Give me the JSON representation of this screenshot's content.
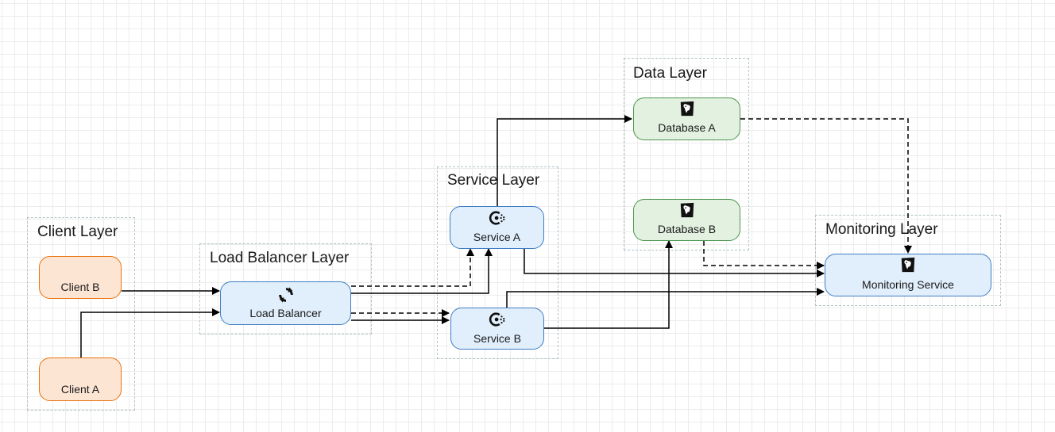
{
  "diagram": {
    "groups": {
      "client_layer": "Client Layer",
      "load_balancer_layer": "Load Balancer Layer",
      "service_layer": "Service Layer",
      "data_layer": "Data Layer",
      "monitoring_layer": "Monitoring Layer"
    },
    "nodes": {
      "client_a": "Client A",
      "client_b": "Client B",
      "load_balancer": {
        "label": "Load Balancer",
        "icon": "refresh-arrows-icon"
      },
      "service_a": {
        "label": "Service A",
        "icon": "consul-icon"
      },
      "service_b": {
        "label": "Service B",
        "icon": "consul-icon"
      },
      "database_a": {
        "label": "Database A",
        "icon": "datadog-icon"
      },
      "database_b": {
        "label": "Database B",
        "icon": "datadog-icon"
      },
      "monitoring_service": {
        "label": "Monitoring Service",
        "icon": "datadog-icon"
      }
    },
    "edges": [
      {
        "from": "Client B",
        "to": "Load Balancer",
        "style": "solid"
      },
      {
        "from": "Client A",
        "to": "Load Balancer",
        "style": "solid"
      },
      {
        "from": "Load Balancer",
        "to": "Service A",
        "style": "solid"
      },
      {
        "from": "Load Balancer",
        "to": "Service A",
        "style": "dashed"
      },
      {
        "from": "Load Balancer",
        "to": "Service B",
        "style": "solid"
      },
      {
        "from": "Load Balancer",
        "to": "Service B",
        "style": "dashed"
      },
      {
        "from": "Service A",
        "to": "Database A",
        "style": "solid"
      },
      {
        "from": "Service A",
        "to": "Monitoring Service",
        "style": "solid"
      },
      {
        "from": "Service B",
        "to": "Database B",
        "style": "solid"
      },
      {
        "from": "Service B",
        "to": "Monitoring Service",
        "style": "solid"
      },
      {
        "from": "Database A",
        "to": "Monitoring Service",
        "style": "dashed"
      },
      {
        "from": "Database B",
        "to": "Monitoring Service",
        "style": "dashed"
      }
    ],
    "colors": {
      "client_fill": "#fde5d4",
      "client_stroke": "#e8730d",
      "service_fill": "#e1eefb",
      "service_stroke": "#3f7ec4",
      "data_fill": "#e2f1e0",
      "data_stroke": "#4d944d",
      "group_border": "#b3c3c8",
      "edge": "#000000"
    }
  }
}
